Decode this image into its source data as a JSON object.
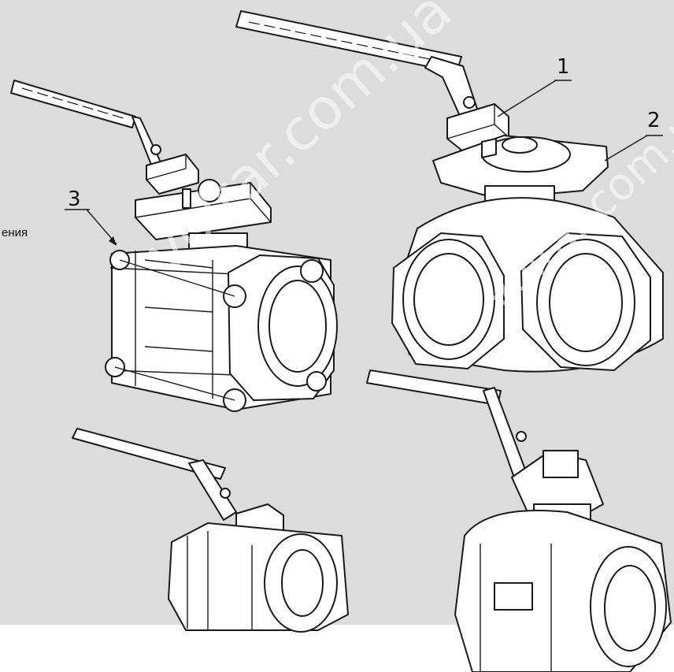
{
  "callouts": {
    "c1": "1",
    "c2": "2",
    "c3": "3"
  },
  "side_text": "ения",
  "watermark": "voltar.com.ua",
  "colors": {
    "background": "#dcdcdc",
    "floor": "#ffffff",
    "line": "#1a1a1a",
    "metal": "#ffffff"
  },
  "parts": {
    "valve_a": "three-piece-ball-valve",
    "valve_b": "three-way-ball-valve",
    "valve_c": "compact-ball-valve",
    "valve_d": "two-piece-ball-valve"
  }
}
